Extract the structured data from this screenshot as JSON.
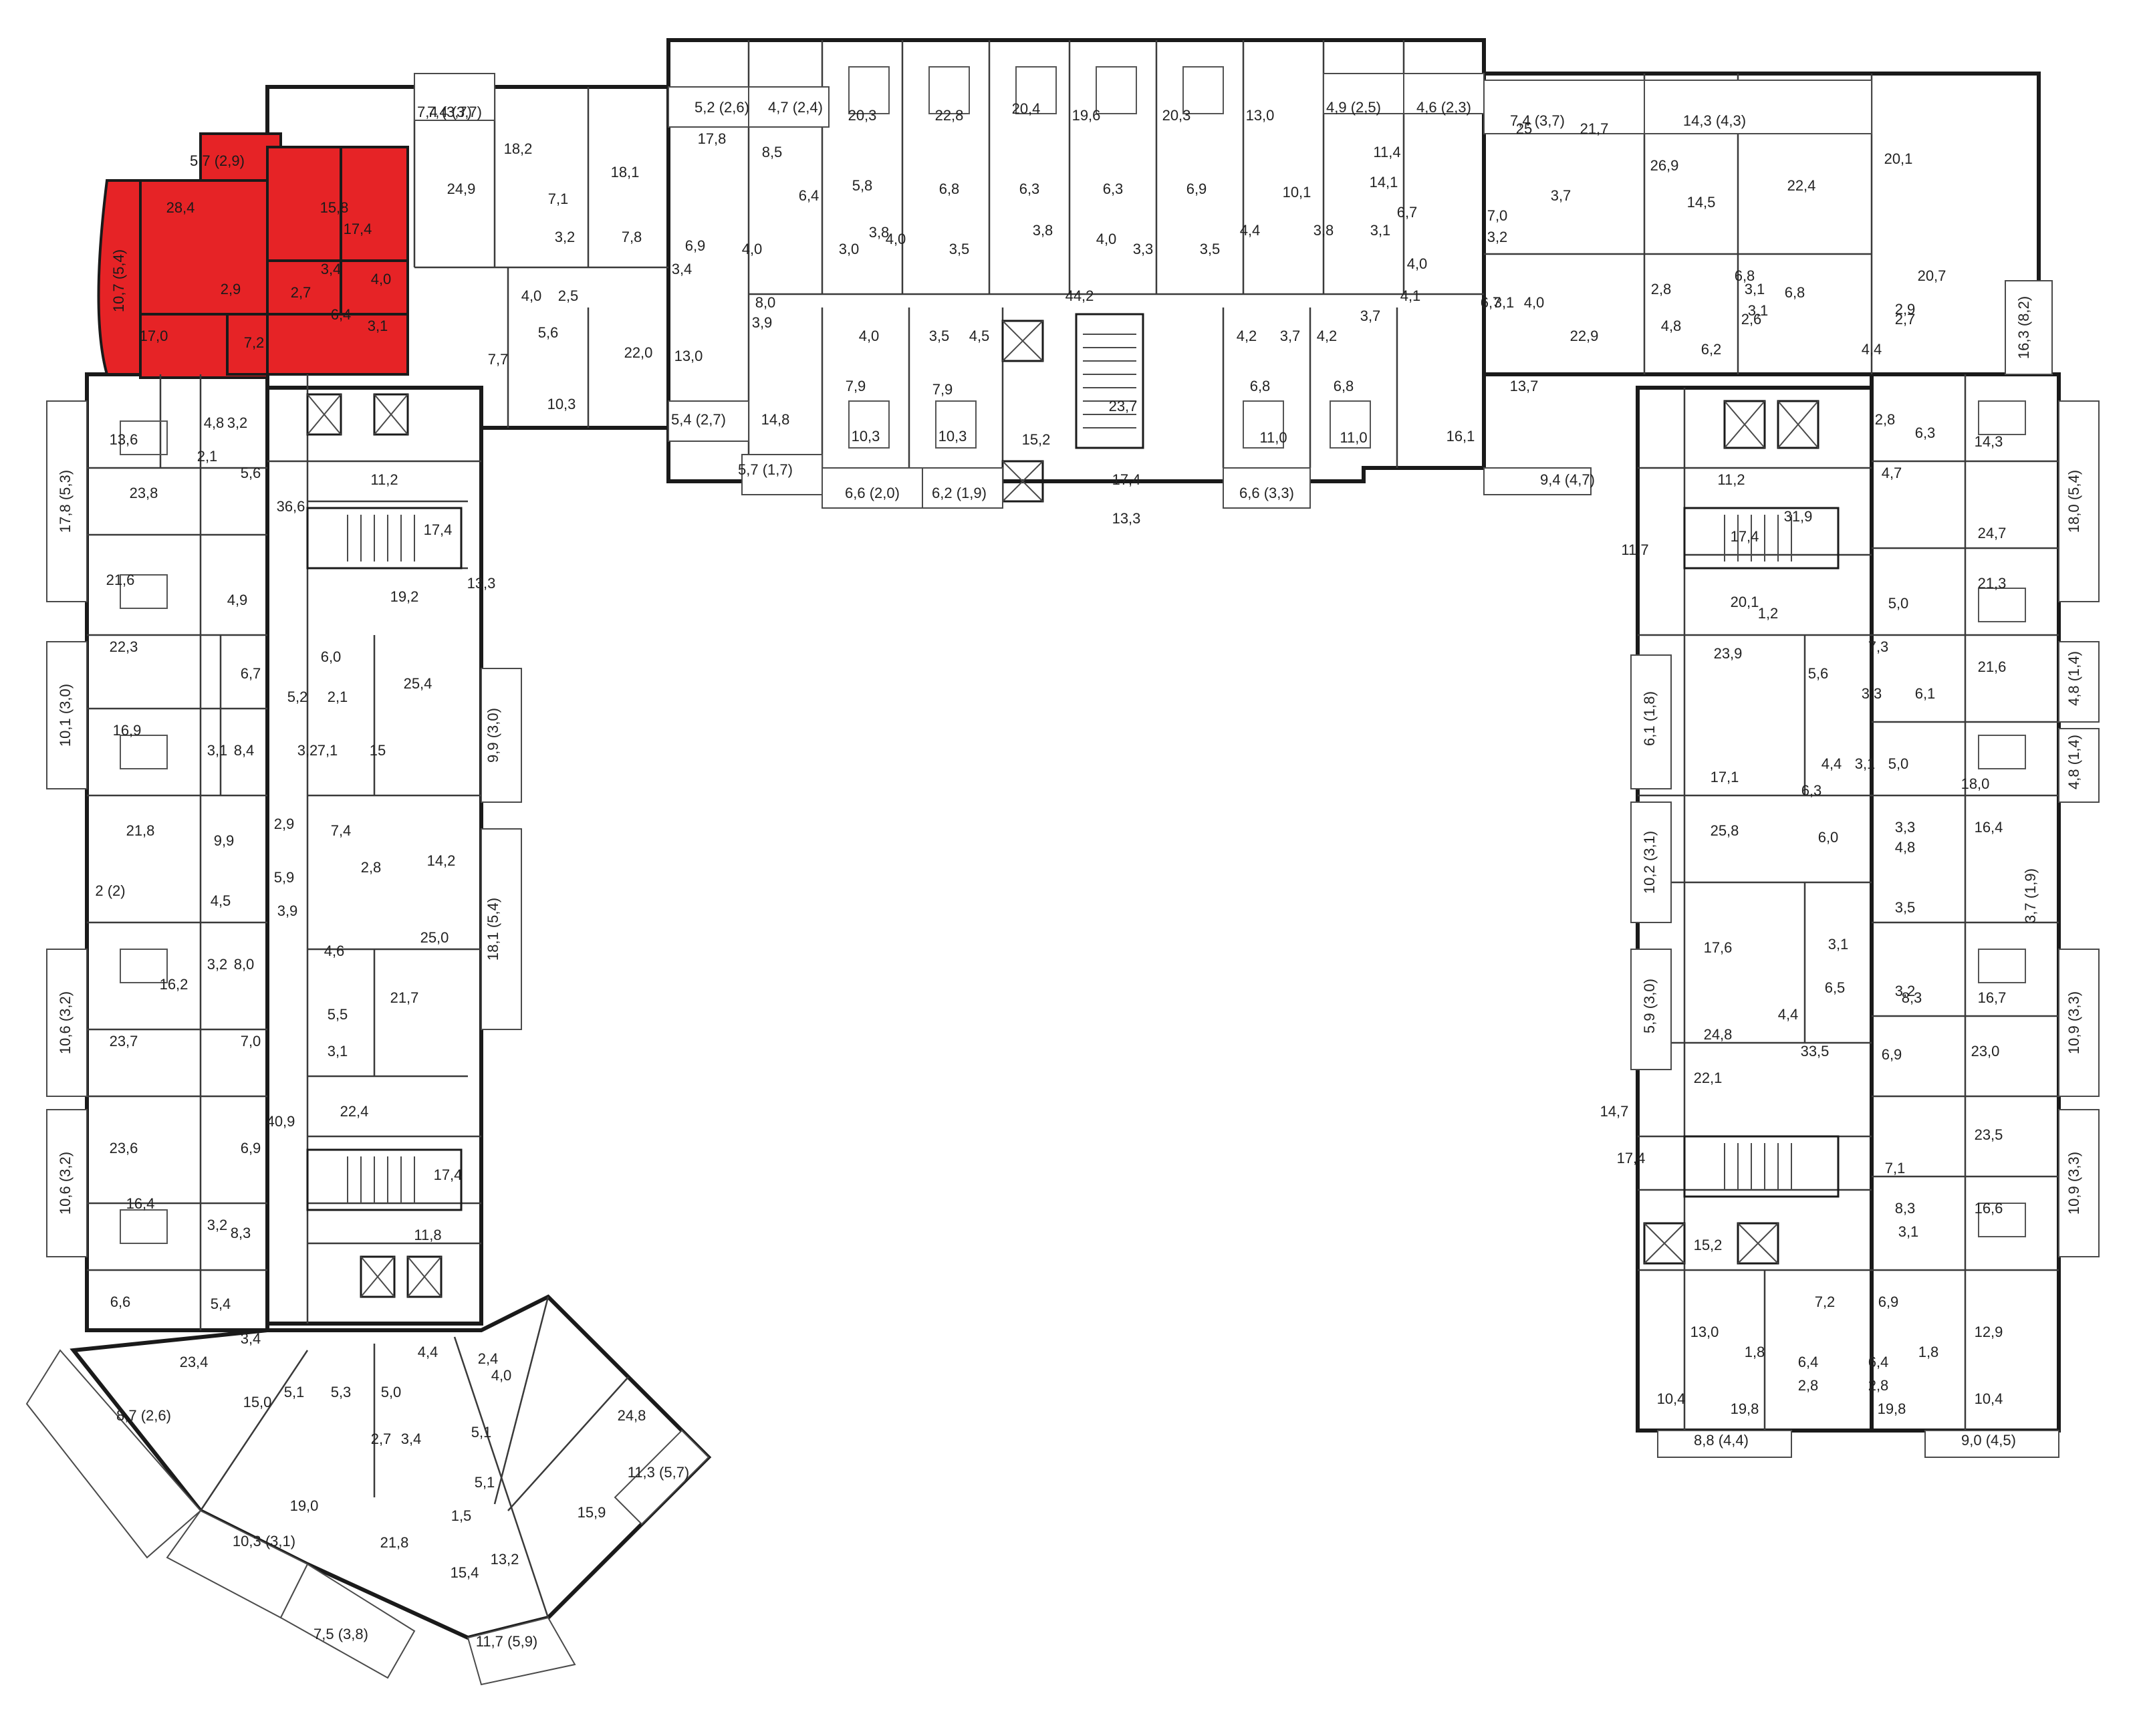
{
  "highlight_color": "#e62326",
  "highlighted_apartment": {
    "rooms": [
      "28,4",
      "15,8",
      "17,4",
      "2,9",
      "3,4",
      "4,0",
      "2,7",
      "6,4",
      "3,1",
      "17,0",
      "7,2"
    ],
    "balconies": [
      "5,7 (2,9)",
      "10,7 (5,4)"
    ]
  },
  "room_labels": [
    "7,4 (3,7)",
    "18,2",
    "18,1",
    "24,9",
    "7,1",
    "7,8",
    "3,2",
    "4,0",
    "2,5",
    "5,6",
    "7,7",
    "10,3",
    "22,0",
    "13,6",
    "4,8",
    "3,2",
    "2,1",
    "5,6",
    "36,6",
    "23,8",
    "21,6",
    "4,9",
    "22,3",
    "6,7",
    "16,9",
    "3,1",
    "8,4",
    "5,2",
    "2,1",
    "3,2",
    "7,1",
    "15",
    "6,0",
    "25,4",
    "21,8",
    "9,9",
    "2,9",
    "5,9",
    "4,5",
    "3,9",
    "7,4",
    "2,8",
    "14,2",
    "25,0",
    "16,2",
    "3,2",
    "8,0",
    "7,0",
    "4,6",
    "21,7",
    "5,5",
    "3,1",
    "23,7",
    "40,9",
    "22,4",
    "23,6",
    "6,9",
    "17,4",
    "16,4",
    "3,2",
    "8,3",
    "11,8",
    "6,6",
    "5,4",
    "3,4",
    "23,4",
    "15,0",
    "5,1",
    "5,3",
    "19,0",
    "5,0",
    "2,7",
    "3,4",
    "4,4",
    "2,4",
    "4,0",
    "5,1",
    "24,8",
    "5,1",
    "1,5",
    "15,9",
    "21,8",
    "13,2",
    "15,4",
    "11,2",
    "17,4",
    "19,2",
    "13,3",
    "17,8",
    "6,9",
    "8,5",
    "6,4",
    "4,0",
    "8,0",
    "3,9",
    "3,4",
    "13,0",
    "14,8",
    "20,3",
    "22,8",
    "20,4",
    "19,6",
    "20,3",
    "13,0",
    "5,8",
    "6,8",
    "6,3",
    "6,3",
    "6,9",
    "10,1",
    "3,8",
    "4,0",
    "3,5",
    "3,8",
    "4,0",
    "3,3",
    "3,5",
    "4,4",
    "3,0",
    "44,2",
    "4,0",
    "3,5",
    "4,5",
    "7,9",
    "7,9",
    "10,3",
    "10,3",
    "15,2",
    "23,7",
    "17,4",
    "13,3",
    "4,2",
    "3,7",
    "4,2",
    "3,7",
    "6,8",
    "6,8",
    "11,0",
    "11,0",
    "14,1",
    "3,8",
    "3,1",
    "11,4",
    "6,7",
    "4,0",
    "4,1",
    "6,7",
    "16,1",
    "25",
    "21,7",
    "3,7",
    "7,0",
    "3,2",
    "3,1",
    "4,0",
    "22,9",
    "13,7",
    "2,8",
    "26,9",
    "14,5",
    "6,8",
    "3,1",
    "22,4",
    "6,8",
    "3,1",
    "2,6",
    "4,8",
    "6,2",
    "20,1",
    "20,7",
    "2,9",
    "2,7",
    "4,4",
    "11,2",
    "17,4",
    "20,1",
    "11,7",
    "2,8",
    "6,3",
    "14,3",
    "4,7",
    "31,9",
    "24,7",
    "21,3",
    "5,0",
    "1,2",
    "7,3",
    "23,9",
    "5,6",
    "3,3",
    "6,1",
    "21,6",
    "17,1",
    "4,4",
    "3,1",
    "5,0",
    "18,0",
    "6,3",
    "25,8",
    "6,0",
    "3,3",
    "4,8",
    "16,4",
    "3,5",
    "17,6",
    "3,1",
    "6,5",
    "3,2",
    "8,3",
    "16,7",
    "24,8",
    "4,4",
    "33,5",
    "6,9",
    "23,0",
    "22,1",
    "23,5",
    "14,7",
    "17,4",
    "7,1",
    "8,3",
    "16,6",
    "3,1",
    "15,2",
    "7,2",
    "6,9",
    "13,0",
    "1,8",
    "6,4",
    "6,4",
    "1,8",
    "12,9",
    "2,8",
    "2,8",
    "10,4",
    "19,8",
    "19,8",
    "10,4"
  ],
  "balcony_labels": [
    "7,4 (3,7)",
    "5,2 (2,6)",
    "4,7 (2,4)",
    "4,9 (2,5)",
    "4,6 (2,3)",
    "7,4 (3,7)",
    "14,3 (4,3)",
    "17,8 (5,3)",
    "10,1 (3,0)",
    "2 (2)",
    "10,6 (3,2)",
    "10,6 (3,2)",
    "8,7 (2,6)",
    "10,3 (3,1)",
    "7,5 (3,8)",
    "11,7 (5,9)",
    "11,3 (5,7)",
    "9,9 (3,0)",
    "18,1 (5,4)",
    "5,4 (2,7)",
    "5,7 (1,7)",
    "6,6 (2,0)",
    "6,2 (1,9)",
    "6,6 (3,3)",
    "9,4 (4,7)",
    "16,3 (8,2)",
    "18,0 (5,4)",
    "4,8 (1,4)",
    "4,8 (1,4)",
    "6,1 (1,8)",
    "10,2 (3,1)",
    "3,7 (1,9)",
    "5,9 (3,0)",
    "10,9 (3,3)",
    "10,9 (3,3)",
    "8,8 (4,4)",
    "9,0 (4,5)"
  ]
}
